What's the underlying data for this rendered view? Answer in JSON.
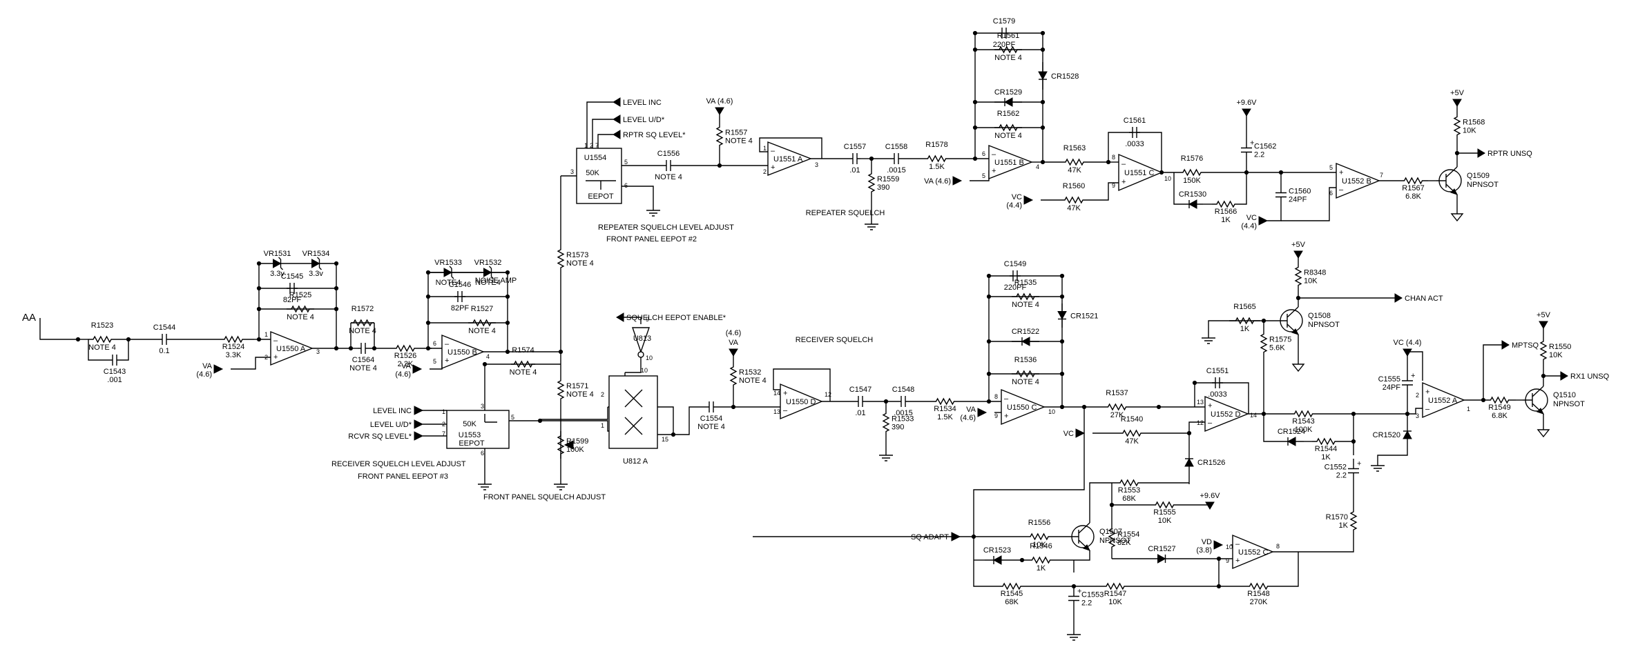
{
  "input_label": "AA",
  "noise_amp_label": "NOISE AMP",
  "repeater_squelch_label": "REPEATER SQUELCH",
  "receiver_squelch_label": "RECEIVER SQUELCH",
  "rptr_adjust_line1": "REPEATER SQUELCH LEVEL ADJUST",
  "rptr_adjust_line2": "FRONT PANEL EEPOT #2",
  "rcvr_adjust_line1": "RECEIVER SQUELCH LEVEL ADJUST",
  "rcvr_adjust_line2": "FRONT PANEL EEPOT #3",
  "fp_squelch_adjust": "FRONT PANEL SQUELCH ADJUST",
  "squelch_eepot_enable": "SQUELCH EEPOT ENABLE*",
  "signals": {
    "level_inc": "LEVEL INC",
    "level_ud": "LEVEL U/D*",
    "rptr_sq_level": "RPTR SQ LEVEL*",
    "rcvr_sq_level": "RCVR SQ LEVEL*",
    "rptr_unsq": "RPTR UNSQ",
    "chan_act": "CHAN ACT",
    "mptsq": "MPTSQ",
    "rx1_unsq": "RX1 UNSQ",
    "sq_adapt": "SQ ADAPT"
  },
  "rails": {
    "va": "VA",
    "va_46": "VA (4.6)",
    "v46": "(4.6)",
    "vc": "VC",
    "v44": "(4.4)",
    "vc_44": "VC (4.4)",
    "vd": "VD",
    "v38": "(3.8)",
    "p5v": "+5V",
    "p96v": "+9.6V"
  },
  "parts": {
    "R1523": "R1523",
    "R1523_v": "NOTE 4",
    "C1543": "C1543",
    "C1543_v": ".001",
    "C1544": "C1544",
    "C1544_v": "0.1",
    "R1524": "R1524",
    "R1524_v": "3.3K",
    "U1550A": "U1550 A",
    "VR1531": "VR1531",
    "VR1531_v": "3.3v",
    "VR1534": "VR1534",
    "VR1534_v": "3.3v",
    "C1545": "C1545",
    "C1545_v": "82PF",
    "R1525": "R1525",
    "R1525_v": "NOTE 4",
    "R1572": "R1572",
    "R1572_v": "NOTE 4",
    "C1564": "C1564",
    "C1564_v": "NOTE 4",
    "R1526": "R1526",
    "R1526_v": "2.2K",
    "U1550B": "U1550 B",
    "VR1533": "VR1533",
    "VR1533_v": "NOTE4",
    "VR1532": "VR1532",
    "VR1532_v": "NOTE4",
    "C1546": "C1546",
    "C1546_v": "82PF",
    "R1527": "R1527",
    "R1527_v": "NOTE 4",
    "R1573": "R1573",
    "R1573_v": "NOTE 4",
    "U1554": "U1554",
    "U1554_v": "50K",
    "eepot": "EEPOT",
    "C1556": "C1556",
    "C1556_v": "NOTE 4",
    "R1557": "R1557",
    "R1557_v": "NOTE 4",
    "U1551A": "U1551 A",
    "C1557": "C1557",
    "C1557_v": ".01",
    "C1558": "C1558",
    "C1558_v": ".0015",
    "R1559": "R1559",
    "R1559_v": "390",
    "R1578": "R1578",
    "R1578_v": "1.5K",
    "C1579": "C1579",
    "C1579_v": "220PF",
    "R1561": "R1561",
    "R1561_v": "NOTE 4",
    "CR1528": "CR1528",
    "CR1529": "CR1529",
    "R1562": "R1562",
    "R1562_v": "NOTE 4",
    "U1551B": "U1551 B",
    "R1563": "R1563",
    "R1563_v": "47K",
    "R1560": "R1560",
    "R1560_v": "47K",
    "C1561": "C1561",
    "C1561_v": ".0033",
    "U1551C": "U1551 C",
    "R1576": "R1576",
    "R1576_v": "150K",
    "CR1530": "CR1530",
    "R1566": "R1566",
    "R1566_v": "1K",
    "C1562": "C1562",
    "C1562_v": "2.2",
    "C1560": "C1560",
    "C1560_v": "24PF",
    "U1552B": "U1552 B",
    "R1567": "R1567",
    "R1567_v": "6.8K",
    "R1568": "R1568",
    "R1568_v": "10K",
    "Q1509": "Q1509",
    "Q1509_v": "NPNSOT",
    "R1574": "R1574",
    "R1574_v": "NOTE 4",
    "R1571": "R1571",
    "R1571_v": "NOTE 4",
    "U1553": "U1553",
    "U1553_v": "50K",
    "R1599": "R1599",
    "R1599_v": "100K",
    "U813": "U813",
    "U812A": "U812 A",
    "C1554": "C1554",
    "C1554_v": "NOTE 4",
    "R1532": "R1532",
    "R1532_v": "NOTE 4",
    "U1550D": "U1550 D",
    "C1547": "C1547",
    "C1547_v": ".01",
    "C1548": "C1548",
    "C1548_v": ".0015",
    "R1533": "R1533",
    "R1533_v": "390",
    "R1534": "R1534",
    "R1534_v": "1.5K",
    "C1549": "C1549",
    "C1549_v": "220PF",
    "R1535": "R1535",
    "R1535_v": "NOTE 4",
    "CR1521": "CR1521",
    "CR1522": "CR1522",
    "R1536": "R1536",
    "R1536_v": "NOTE 4",
    "U1550C": "U1550 C",
    "R1537": "R1537",
    "R1537_v": "27K",
    "C1551": "C1551",
    "C1551_v": ".0033",
    "U1552D": "U1552 D",
    "R1540": "R1540",
    "R1540_v": "47K",
    "CR1526": "CR1526",
    "R1543": "R1543",
    "R1543_v": "100K",
    "CR1524": "CR1524",
    "R1544": "R1544",
    "R1544_v": "1K",
    "C1552": "C1552",
    "C1552_v": "2.2",
    "R1575": "R1575",
    "R1575_v": "5.6K",
    "R1565": "R1565",
    "R1565_v": "1K",
    "Q1508": "Q1508",
    "Q1508_v": "NPNSOT",
    "R8348": "R8348",
    "R8348_v": "10K",
    "C1555": "C1555",
    "C1555_v": "24PF",
    "CR1520": "CR1520",
    "U1552A": "U1552 A",
    "R1549": "R1549",
    "R1549_v": "6.8K",
    "R1550": "R1550",
    "R1550_v": "10K",
    "Q1510": "Q1510",
    "Q1510_v": "NPNSOT",
    "R1570": "R1570",
    "R1570_v": "1K",
    "R1553": "R1553",
    "R1553_v": "68K",
    "R1555": "R1555",
    "R1555_v": "10K",
    "R1556": "R1556",
    "R1556_v": "10K",
    "Q1507": "Q1507",
    "Q1507_v": "NPNSOT",
    "R1554": "R1554",
    "R1554_v": "82K",
    "CR1527": "CR1527",
    "U1552C": "U1552 C",
    "CR1523": "CR1523",
    "R1546": "R1546",
    "R1546_v": "1K",
    "R1545": "R1545",
    "R1545_v": "68K",
    "C1553": "C1553",
    "C1553_v": "2.2",
    "R1547": "R1547",
    "R1547_v": "10K",
    "R1548": "R1548",
    "R1548_v": "270K"
  }
}
